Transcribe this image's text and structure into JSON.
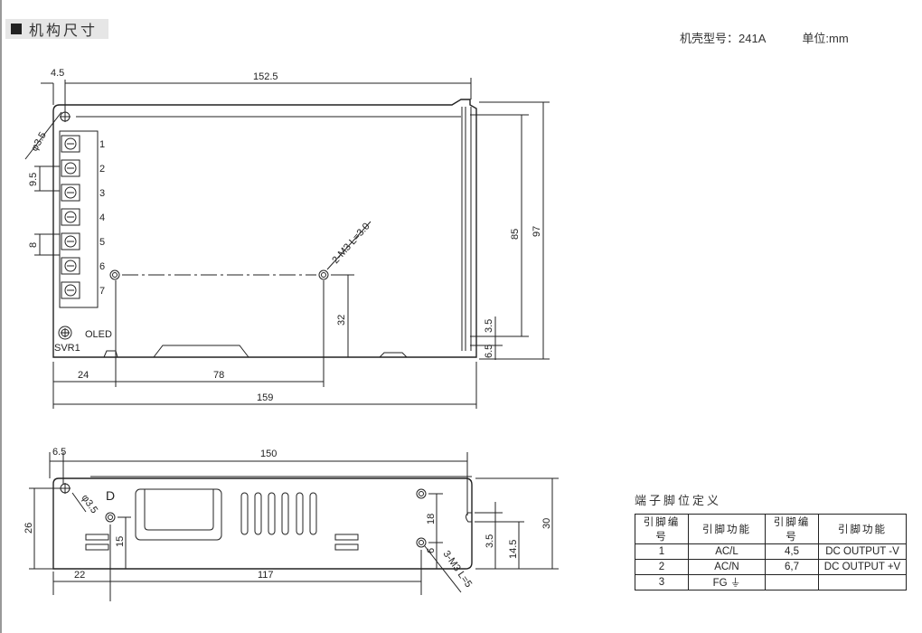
{
  "header": {
    "section_title": "机构尺寸",
    "model_label": "机壳型号：241A",
    "unit_label": "单位:mm"
  },
  "top_view": {
    "dims": {
      "d4_5": "4.5",
      "d152_5": "152.5",
      "phi3_5": "φ3.5",
      "d9_5": "9.5",
      "d8": "8",
      "d85": "85",
      "d97": "97",
      "d32": "32",
      "d3_5": "3.5",
      "d6_5": "6.5",
      "d24": "24",
      "d78": "78",
      "d159": "159",
      "mount": "2-M3 L=3.0"
    },
    "terminals": [
      "1",
      "2",
      "3",
      "4",
      "5",
      "6",
      "7"
    ],
    "led_label": "OLED",
    "svr_label": "SVR1"
  },
  "side_view": {
    "dims": {
      "d6_5": "6.5",
      "d150": "150",
      "d26": "26",
      "phi3_5": "φ3.5",
      "d15": "15",
      "d18": "18",
      "d6": "6",
      "d3_5": "3.5",
      "d14_5": "14.5",
      "d30": "30",
      "d22": "22",
      "d117": "117",
      "mount": "3-M3 L=5"
    },
    "marker": "D"
  },
  "pin_table": {
    "title": "端子脚位定义",
    "headers": [
      "引脚编号",
      "引脚功能",
      "引脚编号",
      "引脚功能"
    ],
    "rows": [
      [
        "1",
        "AC/L",
        "4,5",
        "DC OUTPUT -V"
      ],
      [
        "2",
        "AC/N",
        "6,7",
        "DC OUTPUT +V"
      ],
      [
        "3",
        "FG ⏚",
        "",
        ""
      ]
    ]
  }
}
